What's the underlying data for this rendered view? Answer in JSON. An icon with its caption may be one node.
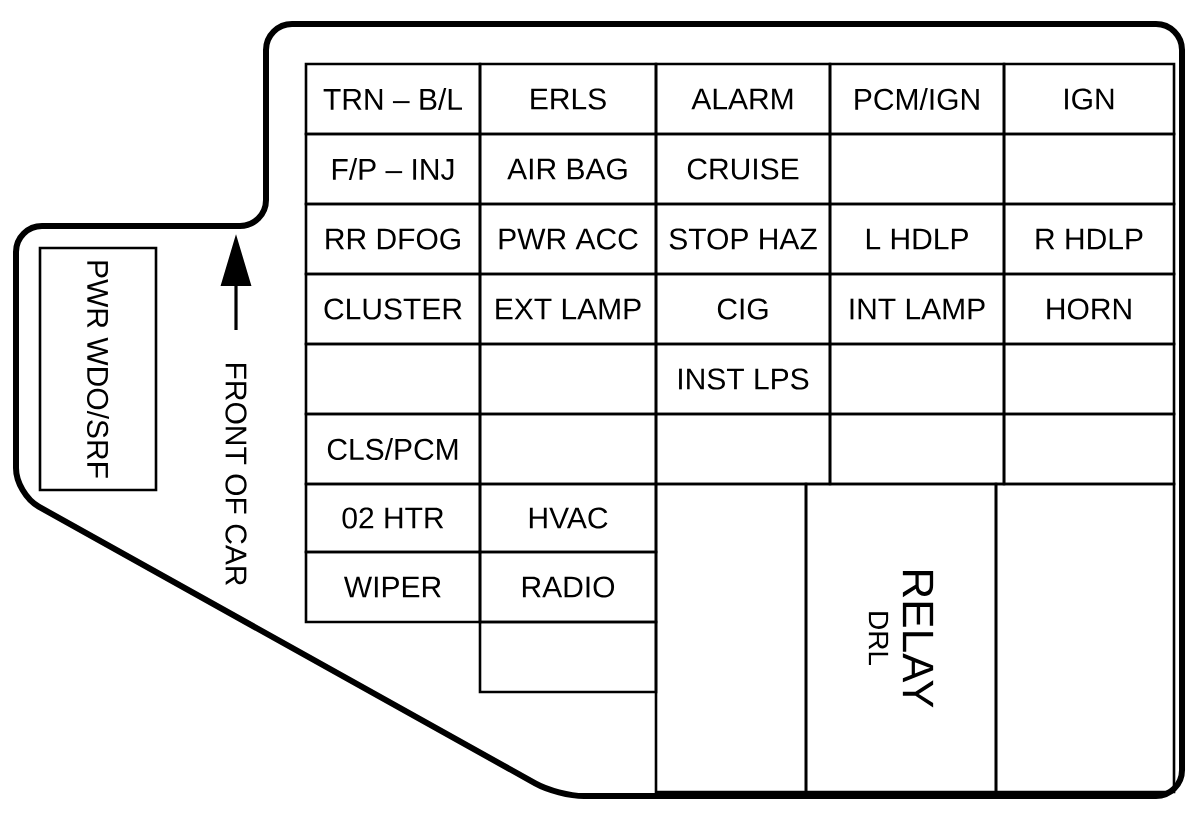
{
  "diagram": {
    "nodes": [
      {
        "text": [],
        "shape": "box"
      },
      {
        "text": [
          "TRN – B/L"
        ],
        "in": 0
      },
      {
        "text": [
          "ERLS"
        ],
        "in": 0
      },
      {
        "text": [
          "ALARM"
        ],
        "in": 0
      },
      {
        "text": [
          "PCM/IGN"
        ],
        "in": 0
      },
      {
        "text": [
          "IGN"
        ],
        "in": 0
      },
      {
        "text": [
          "F/P – INJ"
        ],
        "in": 0
      },
      {
        "text": [
          "AIR BAG"
        ],
        "in": 0
      },
      {
        "text": [
          "CRUISE"
        ],
        "in": 0
      },
      {
        "text": [],
        "shape": "box",
        "in": 0
      },
      {
        "text": [],
        "shape": "box",
        "in": 0
      },
      {
        "text": [
          "RR DFOG"
        ],
        "in": 0
      },
      {
        "text": [
          "PWR ACC"
        ],
        "in": 0
      },
      {
        "text": [
          "STOP HAZ"
        ],
        "in": 0
      },
      {
        "text": [
          "L HDLP"
        ],
        "in": 0
      },
      {
        "text": [
          "R HDLP"
        ],
        "in": 0
      },
      {
        "text": [
          "CLUSTER"
        ],
        "in": 0
      },
      {
        "text": [
          "EXT LAMP"
        ],
        "in": 0
      },
      {
        "text": [
          "CIG"
        ],
        "in": 0
      },
      {
        "text": [
          "INT LAMP"
        ],
        "in": 0
      },
      {
        "text": [
          "HORN"
        ],
        "in": 0
      },
      {
        "text": [],
        "shape": "box",
        "in": 0
      },
      {
        "text": [],
        "shape": "box",
        "in": 0
      },
      {
        "text": [
          "INST LPS"
        ],
        "in": 0
      },
      {
        "text": [],
        "shape": "box",
        "in": 0
      },
      {
        "text": [],
        "shape": "box",
        "in": 0
      },
      {
        "text": [
          "CLS/PCM"
        ],
        "in": 0
      },
      {
        "text": [],
        "shape": "box",
        "in": 0
      },
      {
        "text": [],
        "shape": "box",
        "in": 0
      },
      {
        "text": [],
        "shape": "box",
        "in": 0
      },
      {
        "text": [],
        "shape": "box",
        "in": 0
      },
      {
        "text": [
          "02 HTR"
        ],
        "in": 0
      },
      {
        "text": [
          "HVAC"
        ],
        "in": 0
      },
      {
        "text": [],
        "shape": "box",
        "in": 0
      },
      {
        "text": [
          "RELAY",
          "DRL"
        ],
        "in": 0
      },
      {
        "text": [],
        "shape": "box",
        "in": 0
      },
      {
        "text": [
          "WIPER"
        ],
        "in": 0
      },
      {
        "text": [
          "RADIO"
        ],
        "in": 0
      },
      {
        "text": [],
        "shape": "box",
        "in": 0
      },
      {
        "text": [
          "PWR WDO/SRF"
        ],
        "in": 0
      }
    ],
    "labels": [
      "FRONT OF CAR"
    ]
  }
}
